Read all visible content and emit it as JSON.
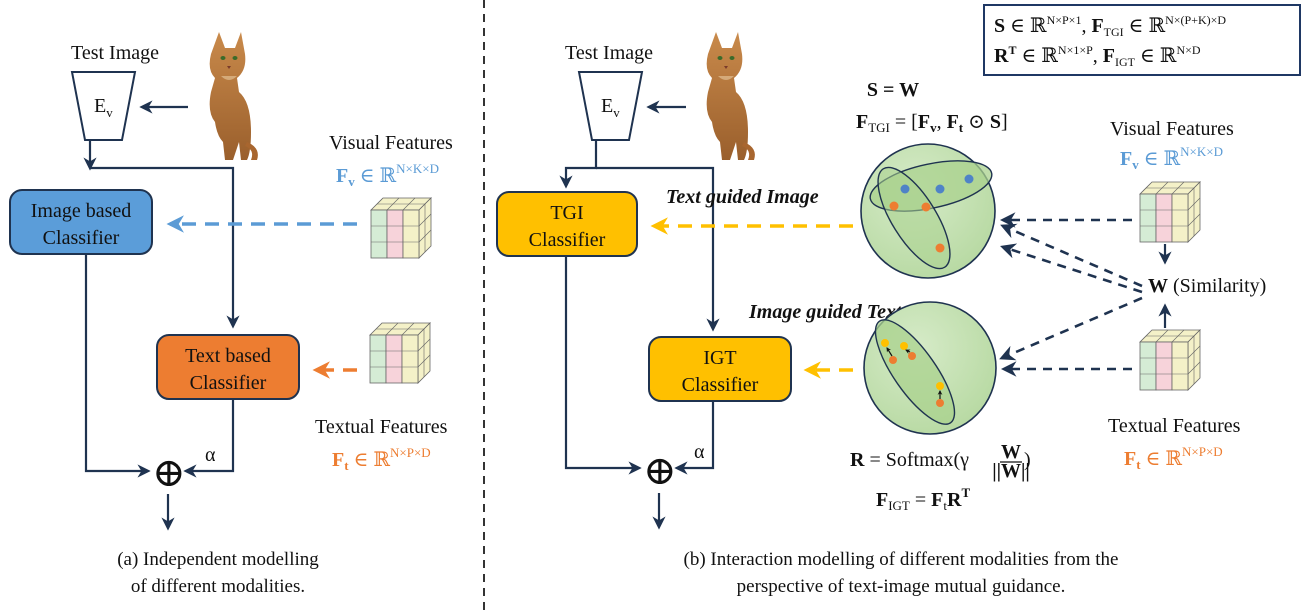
{
  "left_panel": {
    "test_image_label": "Test Image",
    "encoder_label": "E",
    "encoder_sub": "v",
    "image_classifier": [
      "Image based",
      "Classifier"
    ],
    "text_classifier": [
      "Text based",
      "Classifier"
    ],
    "visual_features_label": "Visual Features",
    "visual_features_math": "F",
    "visual_features_sub": "v",
    "visual_features_set": " ∈ ℝ",
    "visual_features_sup": "N×K×D",
    "textual_features_label": "Textual Features",
    "textual_features_math": "F",
    "textual_features_sub": "t",
    "textual_features_set": " ∈ ℝ",
    "textual_features_sup": "N×P×D",
    "alpha": "α",
    "sum_symbol": "⊕",
    "caption": [
      "(a) Independent modelling",
      "of different modalities."
    ]
  },
  "right_panel": {
    "test_image_label": "Test Image",
    "encoder_label": "E",
    "encoder_sub": "v",
    "tgi_classifier": [
      "TGI",
      "Classifier"
    ],
    "igt_classifier": [
      "IGT",
      "Classifier"
    ],
    "text_guided_image": "Text guided Image",
    "image_guided_text": "Image guided Text",
    "s_eq_w": "S = W",
    "f_tgi_formula": "F_TGI = [F_v, F_t ⊙ S]",
    "r_formula": "R = Softmax(γ W/||W||)",
    "f_igt_formula": "F_IGT = F_t R^T",
    "visual_features_label": "Visual Features",
    "visual_features_math": "F",
    "visual_features_sub": "v",
    "visual_features_set": " ∈ ℝ",
    "visual_features_sup": "N×K×D",
    "textual_features_label": "Textual Features",
    "textual_features_math": "F",
    "textual_features_sub": "t",
    "textual_features_set": " ∈ ℝ",
    "textual_features_sup": "N×P×D",
    "similarity_w": "W",
    "similarity_label": " (Similarity)",
    "alpha": "α",
    "sum_symbol": "⊕",
    "caption": [
      "(b) Interaction modelling of different modalities from the",
      "perspective of text-image mutual guidance."
    ]
  },
  "dimension_box": {
    "line1": "S ∈ ℝ^(N×P×1), F_TGI ∈ ℝ^(N×(P+K)×D)",
    "line2": "R^T ∈ ℝ^(N×1×P), F_IGT ∈ ℝ^(N×D)"
  },
  "colors": {
    "image_classifier": "#5b9dd9",
    "text_classifier": "#ed7d31",
    "tgi_igt_classifier": "#ffc000",
    "sphere": "#c5e0b4",
    "inner_ellipse": "#a9d18e",
    "navy": "#1f3350",
    "visual_blue": "#5b9bd5",
    "textual_orange": "#ed7d31",
    "box_border": "#1f3864"
  }
}
